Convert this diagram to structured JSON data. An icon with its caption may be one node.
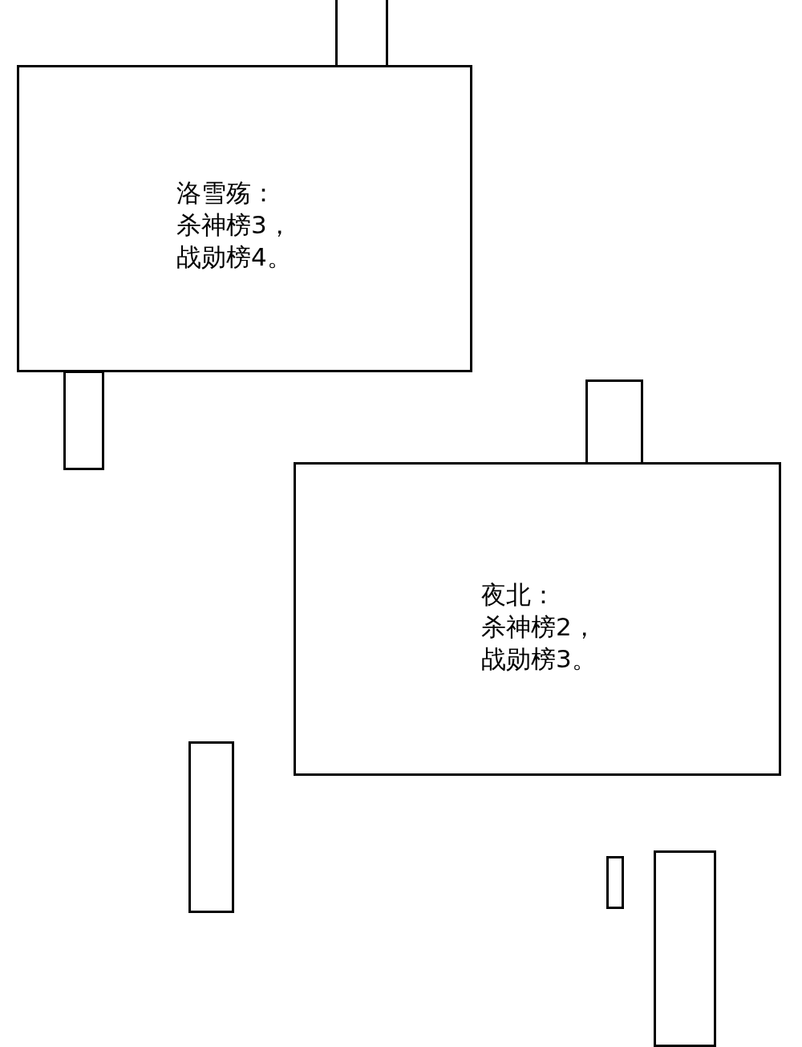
{
  "diagram": {
    "nodes": [
      {
        "text": [],
        "shape": "box"
      },
      {
        "text": [
          "洛雪殇：",
          "杀神榜3，战勋榜4。"
        ]
      },
      {
        "text": [],
        "shape": "box"
      },
      {
        "text": [],
        "shape": "box"
      },
      {
        "text": [
          "夜北：",
          "杀神榜2，战勋榜3。"
        ]
      },
      {
        "text": [],
        "shape": "box"
      },
      {
        "text": [],
        "shape": "box"
      },
      {
        "text": [],
        "shape": "box"
      }
    ]
  }
}
